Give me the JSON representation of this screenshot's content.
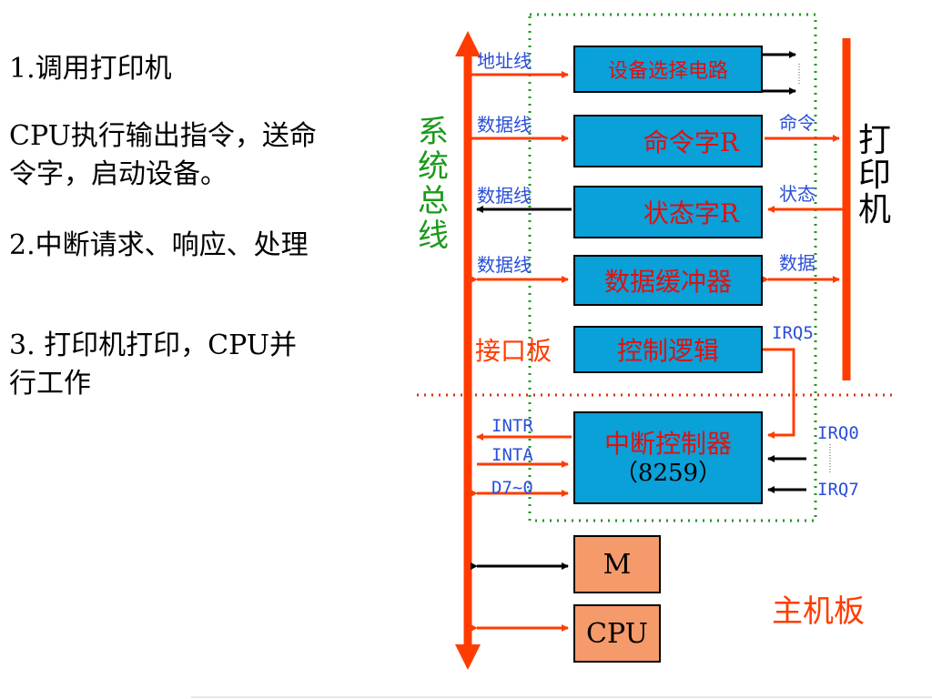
{
  "steps": {
    "s1": "1.调用打印机",
    "s1_detail_line1": "CPU执行输出指令，送命",
    "s1_detail_line2": "令字，启动设备。",
    "s2": "2.中断请求、响应、处理",
    "s3_line1": "3. 打印机打印，CPU并",
    "s3_line2": "行工作"
  },
  "bus": {
    "label": [
      "系",
      "统",
      "总",
      "线"
    ]
  },
  "interface": {
    "title": "接口板",
    "device_select": "设备选择电路",
    "command_reg": "命令字R",
    "status_reg": "状态字R",
    "data_buffer": "数据缓冲器",
    "control_logic": "控制逻辑",
    "addr_line": "地址线",
    "data_line": "数据线",
    "cmd": "命令",
    "status": "状态",
    "data": "数据",
    "irq5": "IRQ5"
  },
  "printer": {
    "label": [
      "打",
      "印",
      "机"
    ]
  },
  "mainboard": {
    "title": "主机板",
    "pic_name": "中断控制器",
    "pic_model": "（8259）",
    "intr": "INTR",
    "inta": "INTA",
    "d70": "D7~0",
    "irq0": "IRQ0",
    "irq7": "IRQ7",
    "memory": "M",
    "cpu": "CPU"
  },
  "colors": {
    "bus": "#ff3c00",
    "box_blue": "#0aa0d8",
    "box_salmon": "#f59a6a",
    "dotted_green": "#1a9a1a",
    "dotted_red": "#e03010",
    "label_blue": "#2a4fd8"
  }
}
